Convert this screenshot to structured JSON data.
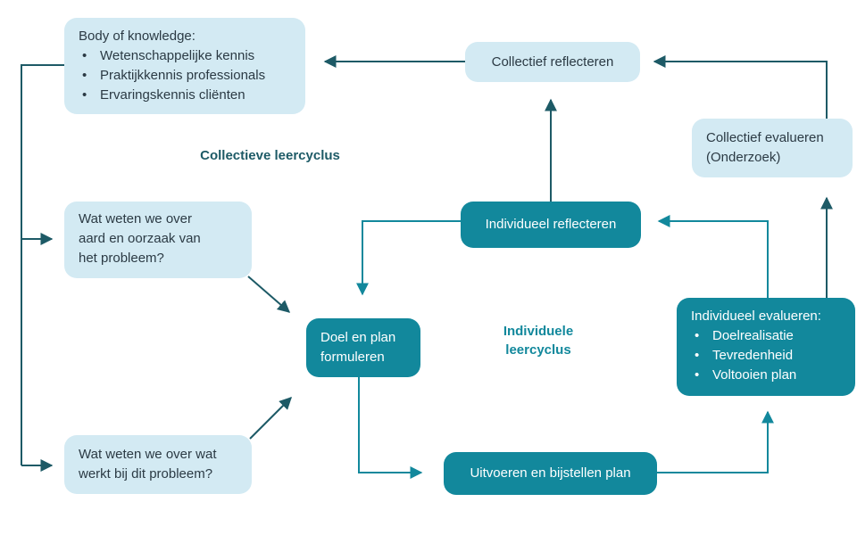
{
  "colors": {
    "light_box": "#d3eaf3",
    "dark_box": "#12889c",
    "collective_line": "#1d5a66",
    "individual_line": "#12889c",
    "collective_label": "#1d5a66",
    "individual_label": "#12889c"
  },
  "labels": {
    "collective_cycle": "Collectieve leercyclus",
    "individual_cycle_line1": "Individuele",
    "individual_cycle_line2": "leercyclus"
  },
  "nodes": {
    "body_of_knowledge": {
      "title": "Body of knowledge:",
      "items": [
        "Wetenschappelijke kennis",
        "Praktijkkennis professionals",
        "Ervaringskennis cliënten"
      ]
    },
    "collectief_reflecteren": {
      "text": "Collectief reflecteren"
    },
    "collectief_evalueren": {
      "line1": "Collectief evalueren",
      "line2": "(Onderzoek)"
    },
    "wat_weten_probleem": {
      "line1": "Wat weten we over",
      "line2": "aard en oorzaak van",
      "line3": "het probleem?"
    },
    "wat_weten_werkt": {
      "line1": "Wat weten we over wat",
      "line2": "werkt bij dit probleem?"
    },
    "individueel_reflecteren": {
      "text": "Individueel reflecteren"
    },
    "doel_en_plan": {
      "line1": "Doel en plan",
      "line2": "formuleren"
    },
    "uitvoeren": {
      "text": "Uitvoeren en bijstellen plan"
    },
    "individueel_evalueren": {
      "title": "Individueel evalueren:",
      "items": [
        "Doelrealisatie",
        "Tevredenheid",
        "Voltooien plan"
      ]
    }
  }
}
